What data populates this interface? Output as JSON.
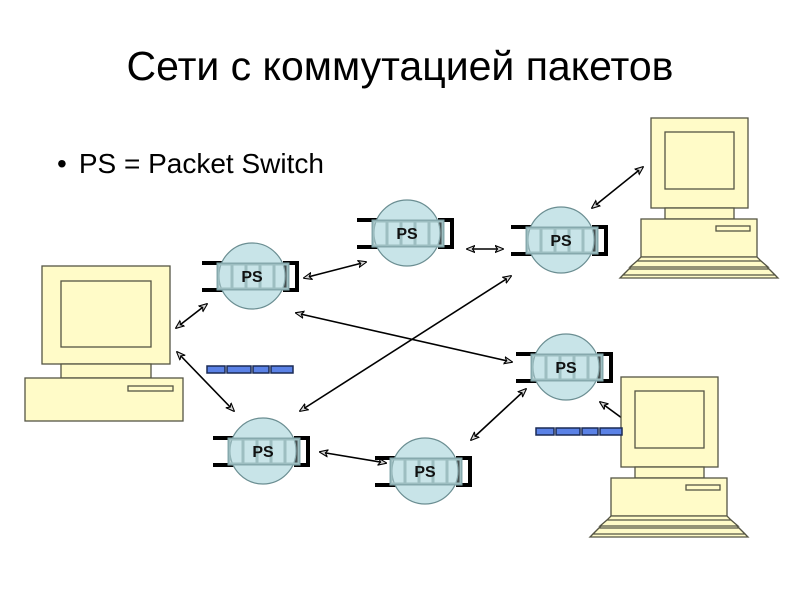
{
  "slide": {
    "title": "Сети с коммутацией пакетов",
    "bullets": [
      {
        "marker": "•",
        "text": "PS = Packet Switch"
      }
    ]
  },
  "diagram": {
    "colors": {
      "computer_fill": "#fffbc8",
      "computer_stroke": "#555544",
      "switch_fill": "#c8e4e8",
      "switch_stroke": "#6b8e92",
      "buffer_slot": "#86a9ad",
      "packet_fill": "#5b82e6",
      "packet_stroke": "#1a2a55",
      "link": "#000000"
    },
    "switches": [
      {
        "id": "ps1",
        "label": "PS"
      },
      {
        "id": "ps2",
        "label": "PS"
      },
      {
        "id": "ps3",
        "label": "PS"
      },
      {
        "id": "ps4",
        "label": "PS"
      },
      {
        "id": "ps5",
        "label": "PS"
      },
      {
        "id": "ps6",
        "label": "PS"
      }
    ],
    "hosts": [
      {
        "id": "host-left",
        "keyboard": false
      },
      {
        "id": "host-top-right",
        "keyboard": true
      },
      {
        "id": "host-bottom-right",
        "keyboard": true
      }
    ],
    "links": [
      {
        "from": "host-left",
        "to": "ps1"
      },
      {
        "from": "host-left",
        "to": "ps4"
      },
      {
        "from": "ps1",
        "to": "ps2"
      },
      {
        "from": "ps2",
        "to": "ps3"
      },
      {
        "from": "ps3",
        "to": "host-top-right"
      },
      {
        "from": "ps1",
        "to": "ps6"
      },
      {
        "from": "ps4",
        "to": "ps3"
      },
      {
        "from": "ps4",
        "to": "ps5"
      },
      {
        "from": "ps5",
        "to": "ps6"
      },
      {
        "from": "ps6",
        "to": "host-bottom-right"
      }
    ],
    "packet_trains": [
      {
        "id": "packets-left",
        "count": 4
      },
      {
        "id": "packets-right",
        "count": 4
      }
    ]
  }
}
